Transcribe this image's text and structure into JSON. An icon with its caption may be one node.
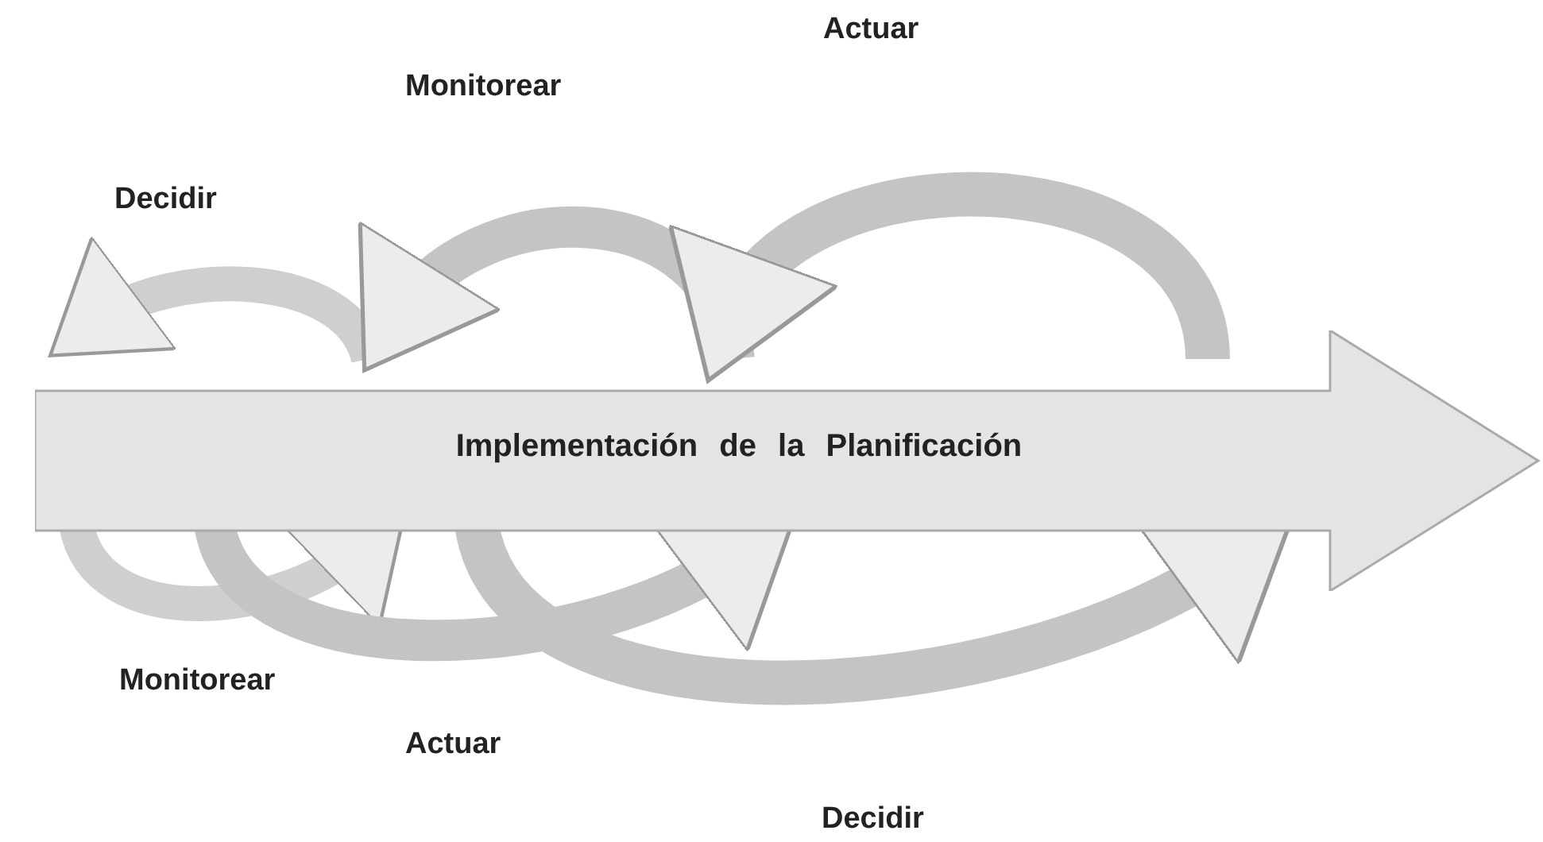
{
  "diagram": {
    "nodes": [
      {
        "text": [
          "Implementación de la Planificación"
        ]
      }
    ],
    "labels": [
      "Actuar",
      "Monitorear",
      "Decidir",
      "Monitorear",
      "Actuar",
      "Decidir"
    ]
  }
}
